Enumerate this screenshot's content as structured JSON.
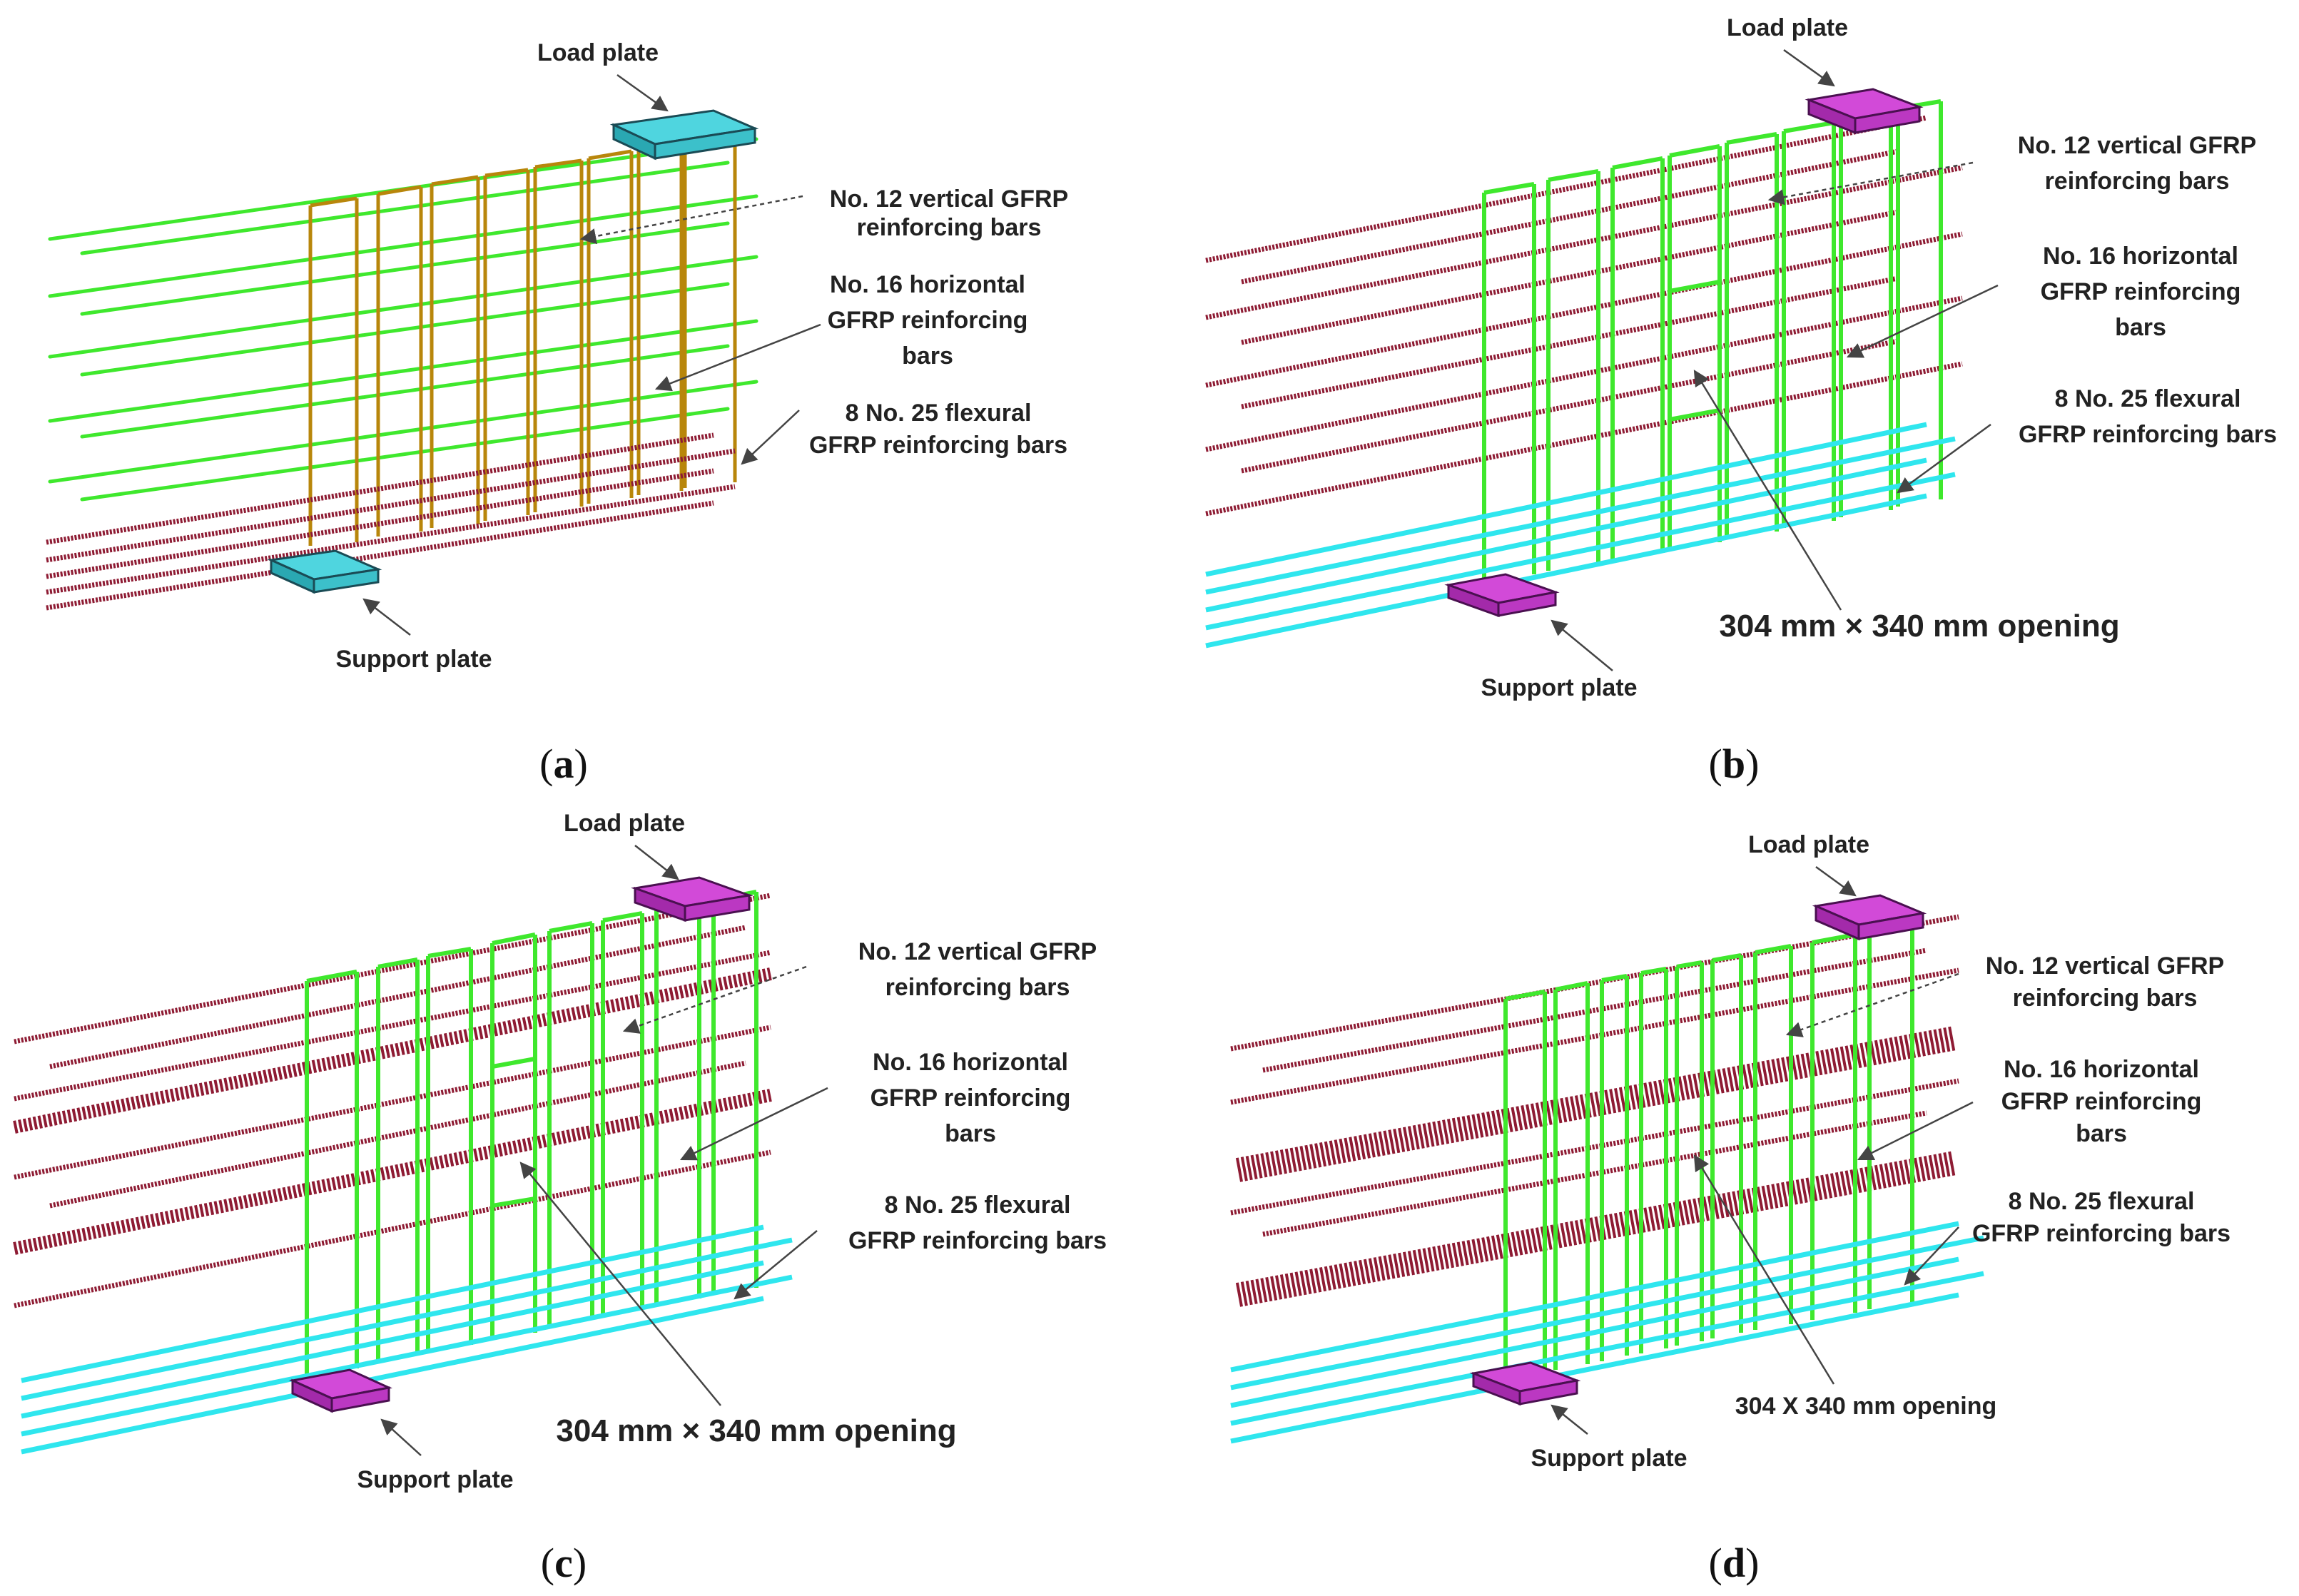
{
  "colors": {
    "green_bar": "#3fe82d",
    "orange_bar": "#b8860b",
    "maroon_bar": "#8e1b33",
    "cyan_bar": "#2fe6ee",
    "plate_cyan": "#4fd5df",
    "plate_magenta": "#d24ad8",
    "leader": "#444444"
  },
  "panels": [
    {
      "caption_letter": "a",
      "labels": {
        "load_plate": "Load plate",
        "vertical": [
          "No. 12 vertical GFRP",
          "reinforcing bars"
        ],
        "horizontal": [
          "No. 16 horizontal",
          "GFRP reinforcing",
          "bars"
        ],
        "flexural": [
          "8 No. 25 flexural",
          "GFRP reinforcing bars"
        ],
        "support_plate": "Support plate"
      }
    },
    {
      "caption_letter": "b",
      "labels": {
        "load_plate": "Load plate",
        "vertical": [
          "No. 12 vertical GFRP",
          "reinforcing bars"
        ],
        "horizontal": [
          "No. 16 horizontal",
          "GFRP reinforcing",
          "bars"
        ],
        "flexural": [
          "8 No. 25 flexural",
          "GFRP reinforcing bars"
        ],
        "opening": "304 mm × 340 mm opening",
        "support_plate": "Support plate"
      }
    },
    {
      "caption_letter": "c",
      "labels": {
        "load_plate": "Load plate",
        "vertical": [
          "No. 12 vertical GFRP",
          "reinforcing bars"
        ],
        "horizontal": [
          "No. 16 horizontal",
          "GFRP reinforcing",
          "bars"
        ],
        "flexural": [
          "8 No. 25 flexural",
          "GFRP reinforcing bars"
        ],
        "opening": "304 mm × 340 mm opening",
        "support_plate": "Support plate"
      }
    },
    {
      "caption_letter": "d",
      "labels": {
        "load_plate": "Load plate",
        "vertical": [
          "No. 12 vertical GFRP",
          "reinforcing bars"
        ],
        "horizontal": [
          "No. 16 horizontal",
          "GFRP reinforcing",
          "bars"
        ],
        "flexural": [
          "8 No. 25 flexural",
          "GFRP reinforcing bars"
        ],
        "opening": "304 X 340 mm opening",
        "support_plate": "Support plate"
      }
    }
  ]
}
